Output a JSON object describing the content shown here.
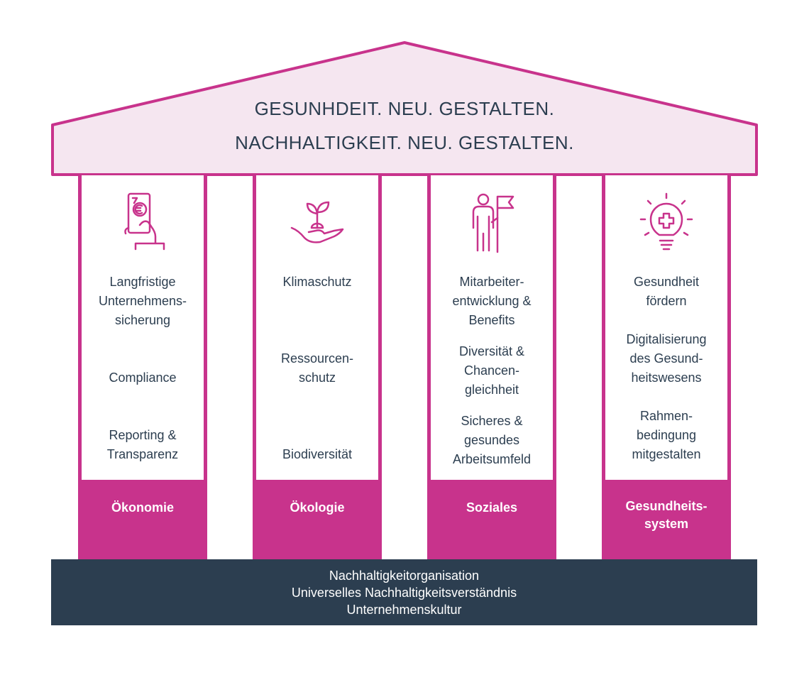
{
  "colors": {
    "accent": "#c8338c",
    "roof_fill": "#f5e6f0",
    "dark": "#2c3e50"
  },
  "roof": {
    "line1": "GESUNHDEIT. NEU. GESTALTEN.",
    "line2": "NACHHALTIGKEIT. NEU. GESTALTEN."
  },
  "pillars": [
    {
      "icon": "euro-phone-hand-icon",
      "label": "Ökonomie",
      "items": [
        "Langfristige\nUnternehmens-\nsicherung",
        "Compliance",
        "Reporting &\nTransparenz"
      ]
    },
    {
      "icon": "seedling-hand-icon",
      "label": "Ökologie",
      "items": [
        "Klimaschutz",
        "Ressourcen-\nschutz",
        "Biodiversität"
      ]
    },
    {
      "icon": "person-flag-icon",
      "label": "Soziales",
      "items": [
        "Mitarbeiter-\nentwicklung &\nBenefits",
        "Diversität &\nChancen-\ngleichheit",
        "Sicheres &\ngesundes\nArbeitsumfeld"
      ]
    },
    {
      "icon": "lightbulb-cross-icon",
      "label": "Gesundheits-\nsystem",
      "items": [
        "Gesundheit\nfördern",
        "Digitalisierung\ndes Gesund-\nheitswesens",
        "Rahmen-\nbedingung\nmitgestalten"
      ]
    }
  ],
  "foundation": {
    "lines": [
      "Nachhaltigkeitorganisation",
      "Universelles Nachhaltigkeitsverständnis",
      "Unternehmenskultur"
    ]
  }
}
